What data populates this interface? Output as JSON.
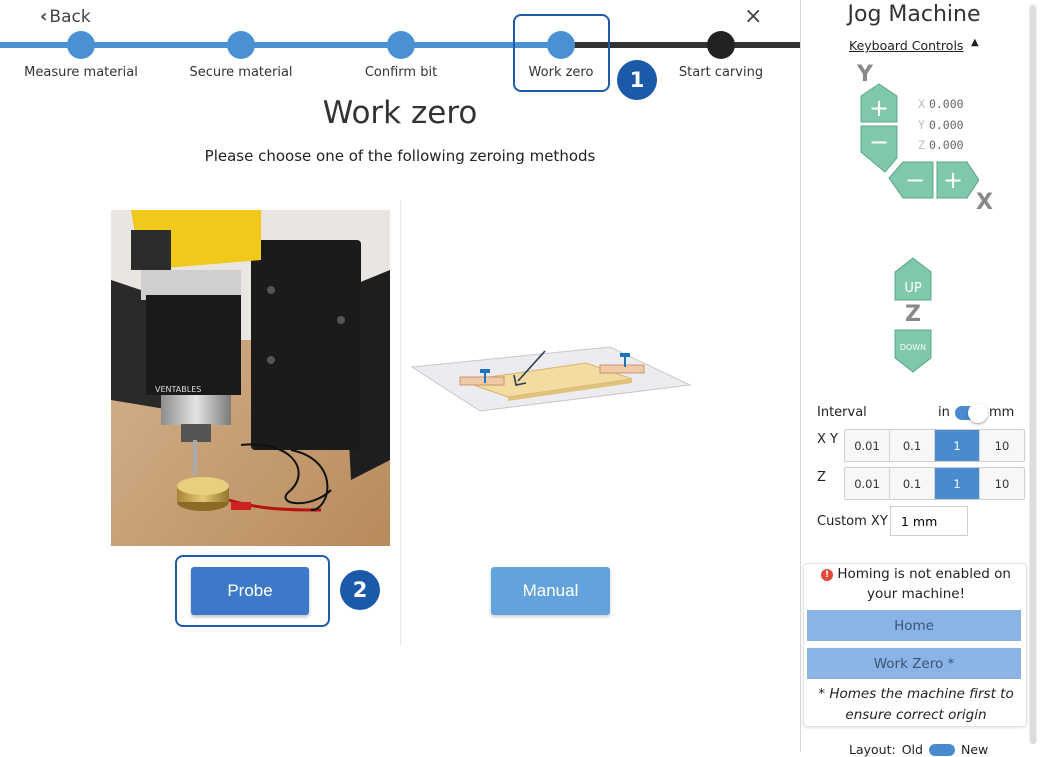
{
  "wizard": {
    "back_label": "Back",
    "close_symbol": "×",
    "steps": [
      {
        "label": "Measure material",
        "status": "done"
      },
      {
        "label": "Secure material",
        "status": "done"
      },
      {
        "label": "Confirm bit",
        "status": "done"
      },
      {
        "label": "Work zero",
        "status": "current"
      },
      {
        "label": "Start carving",
        "status": "todo"
      }
    ],
    "title": "Work zero",
    "subtitle": "Please choose one of the following zeroing methods",
    "photo_brand_text": "VENTABLES",
    "probe_label": "Probe",
    "manual_label": "Manual",
    "annotations": [
      "1",
      "2"
    ]
  },
  "panel": {
    "title": "Jog Machine",
    "keyboard_link": "Keyboard Controls",
    "keyboard_caret": "▲",
    "axes": {
      "y": "Y",
      "x": "X",
      "z": "Z"
    },
    "jog_buttons": {
      "plus": "+",
      "minus": "−",
      "up": "UP",
      "down": "DOWN"
    },
    "coords": [
      {
        "axis": "X",
        "value": "0.000"
      },
      {
        "axis": "Y",
        "value": "0.000"
      },
      {
        "axis": "Z",
        "value": "0.000"
      }
    ],
    "interval": {
      "label": "Interval",
      "unit_left": "in",
      "unit_right": "mm",
      "xy_label": "X Y",
      "z_label": "Z",
      "options": [
        "0.01",
        "0.1",
        "1",
        "10"
      ],
      "selected": "1"
    },
    "custom_xy": {
      "label": "Custom XY",
      "value": "1 mm"
    },
    "homing": {
      "message": "Homing is not enabled on your machine!",
      "home_label": "Home",
      "work_zero_label": "Work Zero *",
      "note": "* Homes the machine first to ensure correct origin"
    },
    "layout": {
      "label": "Layout:",
      "old": "Old",
      "new": "New"
    }
  },
  "colors": {
    "accent": "#4a90d2",
    "annotation": "#1a5aa8",
    "jog_green": "#7fc8a9"
  }
}
